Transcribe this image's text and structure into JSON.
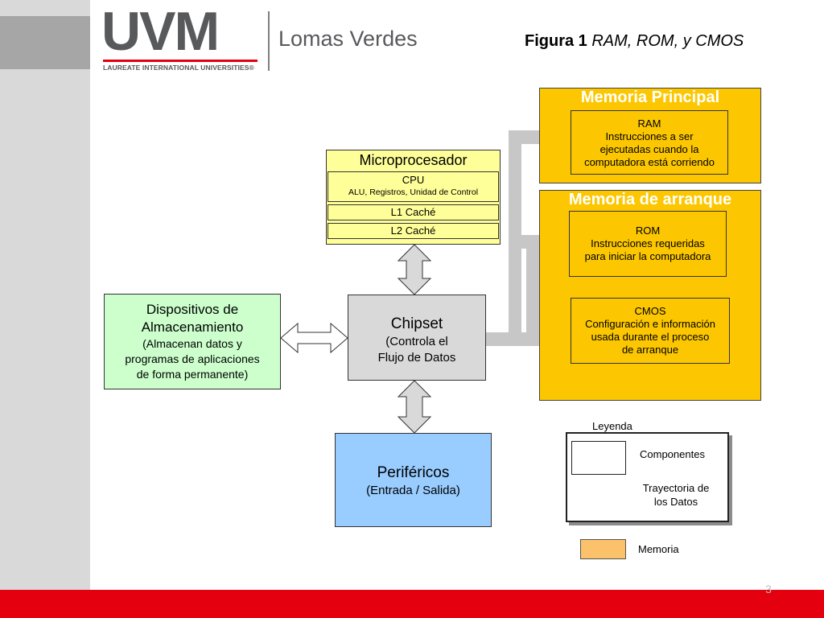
{
  "header": {
    "logo_text": "UVM",
    "logo_subtext": "LAUREATE INTERNATIONAL UNIVERSITIES®",
    "campus": "Lomas Verdes",
    "figure_label": "Figura 1",
    "figure_title": "RAM, ROM, y CMOS"
  },
  "diagram": {
    "microprocessor": {
      "title": "Microprocesador",
      "cpu": "CPU",
      "cpu_detail": "ALU, Registros, Unidad de Control",
      "l1": "L1 Caché",
      "l2": "L2 Caché"
    },
    "storage": {
      "line1": "Dispositivos de",
      "line2": "Almacenamiento",
      "line3": "(Almacenan datos y",
      "line4": "programas de aplicaciones",
      "line5": "de forma permanente)"
    },
    "chipset": {
      "title": "Chipset",
      "line1": "(Controla el",
      "line2": "Flujo de Datos"
    },
    "peripherals": {
      "title": "Periféricos",
      "subtitle": "(Entrada / Salida)"
    },
    "main_memory": {
      "title": "Memoria Principal",
      "ram": {
        "title": "RAM",
        "line1": "Instrucciones a ser",
        "line2": "ejecutadas cuando la",
        "line3": "computadora está corriendo"
      }
    },
    "boot_memory": {
      "title": "Memoria de arranque",
      "rom": {
        "title": "ROM",
        "line1": "Instrucciones requeridas",
        "line2": "para iniciar la computadora"
      },
      "cmos": {
        "title": "CMOS",
        "line1": "Configuración e información",
        "line2": "usada durante el proceso",
        "line3": "de arranque"
      }
    },
    "legend": {
      "title": "Leyenda",
      "components": "Componentes",
      "path_line1": "Trayectoria de",
      "path_line2": "los Datos",
      "memory": "Memoria"
    }
  },
  "footer": {
    "page_number": "3"
  },
  "colors": {
    "brand_red": "#e4000f",
    "memory_yellow": "#fcc700",
    "cpu_yellow": "#ffff99",
    "storage_green": "#ccffcc",
    "chipset_grey": "#d9d9d9",
    "peripherals_blue": "#99ccff",
    "legend_memory": "#fbc16b"
  }
}
